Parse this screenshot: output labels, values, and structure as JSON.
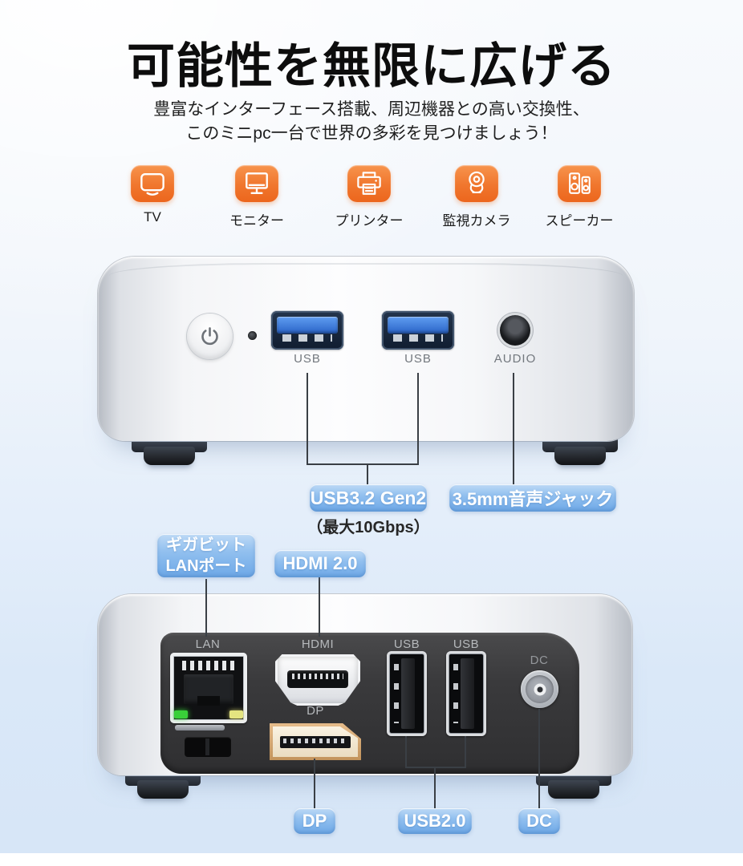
{
  "header": {
    "title": "可能性を無限に広げる",
    "subtitle1": "豊富なインターフェース搭載、周辺機器との高い交換性、",
    "subtitle2": "このミニpc一台で世界の多彩を見つけましょう！"
  },
  "peripherals": [
    {
      "icon": "tv-icon",
      "label": "TV"
    },
    {
      "icon": "monitor-icon",
      "label": "モニター"
    },
    {
      "icon": "printer-icon",
      "label": "プリンター"
    },
    {
      "icon": "surveillance-camera-icon",
      "label": "監視カメラ"
    },
    {
      "icon": "speaker-icon",
      "label": "スピーカー"
    }
  ],
  "front": {
    "ports": {
      "usb1": "USB",
      "usb2": "USB",
      "audio": "AUDIO"
    },
    "callouts": {
      "usb3": {
        "label": "USB3.2 Gen2",
        "sub": "（最大10Gbps）"
      },
      "audio": {
        "label": "3.5mm音声ジャック"
      }
    }
  },
  "rear": {
    "ports": {
      "lan": "LAN",
      "hdmi": "HDMI",
      "dp": "DP",
      "usb1": "USB",
      "usb2": "USB",
      "dc": "DC"
    },
    "callouts": {
      "lan_line1": "ギガビット",
      "lan_line2": "LANポート",
      "hdmi": "HDMI 2.0",
      "dp": "DP",
      "usb": "USB2.0",
      "dc": "DC"
    }
  },
  "colors": {
    "accent_orange": "#f0762d",
    "callout_pill_blue_top": "#bedaf6",
    "callout_pill_blue_bottom": "#6da8e7",
    "usb3_port_blue": "#3b7fe0",
    "lan_led_green": "#39d039",
    "lan_led_yellow": "#e4e480",
    "device_silver": "#e9ebee",
    "rear_panel_gray": "#3a3a3c"
  }
}
